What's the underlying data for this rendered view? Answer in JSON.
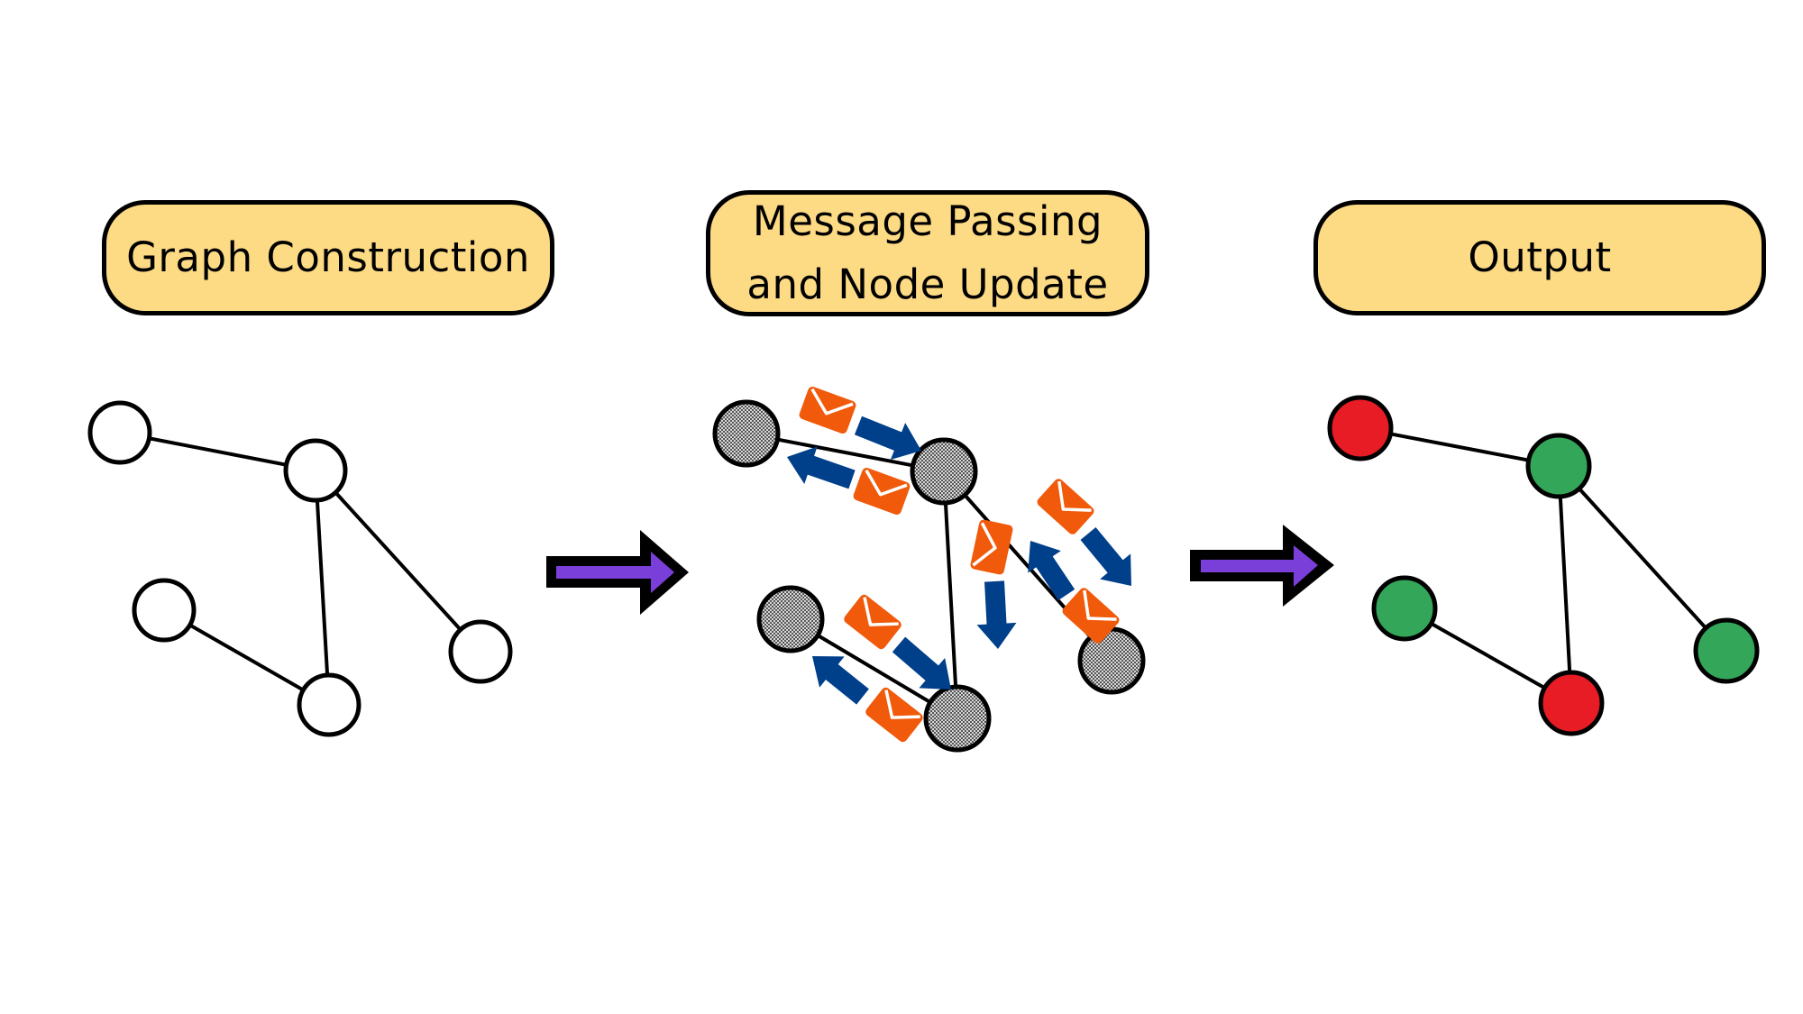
{
  "stages": [
    {
      "id": "graph-construction",
      "label_lines": [
        "Graph Construction"
      ]
    },
    {
      "id": "message-passing",
      "label_lines": [
        "Message Passing",
        "and Node Update"
      ]
    },
    {
      "id": "output",
      "label_lines": [
        "Output"
      ]
    }
  ],
  "colors": {
    "label_fill": "#FDDA84",
    "stroke": "#000000",
    "arrow_inner": "#7B3FD9",
    "message_envelope": "#F05A0A",
    "message_arrow": "#003F8A",
    "node_empty": "#FFFFFF",
    "node_class_red": "#E81C24",
    "node_class_green": "#34A65A",
    "node_hidden_pattern": "checker-grey"
  },
  "graph": {
    "node_ids": [
      "a",
      "b",
      "c",
      "d",
      "e"
    ],
    "edges": [
      [
        "a",
        "b"
      ],
      [
        "b",
        "d"
      ],
      [
        "b",
        "e"
      ],
      [
        "c",
        "d"
      ]
    ]
  },
  "output_classes": {
    "a": "red",
    "b": "green",
    "c": "green",
    "d": "red",
    "e": "green"
  },
  "icons": [
    "envelope-icon",
    "message-arrow-icon",
    "stage-arrow-icon"
  ]
}
